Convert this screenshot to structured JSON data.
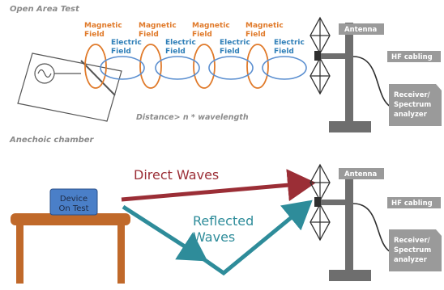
{
  "sections": {
    "open_area": "Open Area Test",
    "anechoic": "Anechoic chamber"
  },
  "fields": {
    "magnetic_line1": "Magnetic",
    "magnetic_line2": "Field",
    "electric_line1": "Electric",
    "electric_line2": "Field"
  },
  "distance_label": "Distance> n * wavelength",
  "antenna_label": "Antenna",
  "cabling_label": "HF cabling",
  "receiver_label": {
    "line1": "Receiver/",
    "line2": "Spectrum",
    "line3": "analyzer"
  },
  "device": {
    "line1": "Device",
    "line2": "On Test"
  },
  "direct_waves": "Direct Waves",
  "reflected_waves": {
    "line1": "Reflected",
    "line2": "Waves"
  },
  "colors": {
    "magnetic": "#e07a2a",
    "electric": "#5b8fd0",
    "stand": "#6e6e6e",
    "label_box": "#9a9a9a",
    "table": "#c0692a",
    "device": "#4a7fc8",
    "direct_arrow": "#9b2e36",
    "reflected_arrow": "#2e8c9a"
  }
}
